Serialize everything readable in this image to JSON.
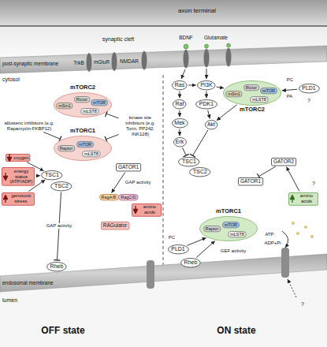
{
  "diagram": {
    "nodes": [
      {
        "text": [
          "mTORC2"
        ]
      },
      {
        "text": [
          "mSin1"
        ],
        "in": 0
      },
      {
        "text": [
          "Rictor"
        ],
        "in": 0
      },
      {
        "text": [
          "mTOR"
        ],
        "in": 0
      },
      {
        "text": [
          "mLST8"
        ],
        "in": 0
      },
      {
        "text": [
          "mTORC1"
        ]
      },
      {
        "text": [
          "Raptor"
        ],
        "in": 5
      },
      {
        "text": [
          "mTOR"
        ],
        "in": 5
      },
      {
        "text": [
          "mLST8"
        ],
        "in": 5
      },
      {
        "text": [
          "allosteric inhibitors (e.g. Rapamycin-FKBP12)"
        ]
      },
      {
        "text": [
          "kinase site inhibitors (e.g. Torin, PP242, INK128)"
        ]
      },
      {
        "text": [
          "GATOR1"
        ]
      },
      {
        "text": [
          "oxygen"
        ]
      },
      {
        "text": [
          "energy status (ATP/ADP)"
        ]
      },
      {
        "text": [
          "genotoxic stress."
        ]
      },
      {
        "text": [
          "TSC1"
        ]
      },
      {
        "text": [
          "TSC2"
        ]
      },
      {
        "text": [
          "RagA/B"
        ]
      },
      {
        "text": [
          "RagC/D"
        ]
      },
      {
        "text": [
          "RAGulator"
        ]
      },
      {
        "text": [
          "amino acids"
        ]
      },
      {
        "text": [
          "Rheb"
        ]
      },
      {
        "text": [
          "Ras"
        ]
      },
      {
        "text": [
          "PI3K"
        ]
      },
      {
        "text": [
          "Raf"
        ]
      },
      {
        "text": [
          "PDK1"
        ]
      },
      {
        "text": [
          "Mek"
        ]
      },
      {
        "text": [
          "Akt"
        ]
      },
      {
        "text": [
          "Erk"
        ]
      },
      {
        "text": [
          "TSC1"
        ]
      },
      {
        "text": [
          "TSC2"
        ]
      },
      {
        "text": [
          "mTORC2"
        ]
      },
      {
        "text": [
          "mSin1"
        ],
        "in": 31
      },
      {
        "text": [
          "Rictor"
        ],
        "in": 31
      },
      {
        "text": [
          "mTOR"
        ],
        "in": 31
      },
      {
        "text": [
          "mLST8"
        ],
        "in": 31
      },
      {
        "text": [
          "PLD1"
        ]
      },
      {
        "text": [
          "GATOR2"
        ]
      },
      {
        "text": [
          "GATOR1"
        ]
      },
      {
        "text": [
          "amino acids"
        ]
      },
      {
        "text": [
          "mTORC1"
        ]
      },
      {
        "text": [
          "Raptor"
        ],
        "in": 40
      },
      {
        "text": [
          "mTOR"
        ],
        "in": 40
      },
      {
        "text": [
          "mLST8"
        ],
        "in": 40
      },
      {
        "text": [
          "PLD1"
        ]
      },
      {
        "text": [
          "Rheb"
        ]
      }
    ],
    "edges": [
      {
        "from": 9,
        "to": 5,
        "arrow": "to"
      },
      {
        "from": 10,
        "to": 0,
        "arrow": "to"
      },
      {
        "from": 10,
        "to": 5,
        "arrow": "to"
      },
      {
        "from": 11,
        "to": 17,
        "arrow": "to",
        "label": "GAP activity"
      },
      {
        "from": 12,
        "to": 15,
        "arrow": "to"
      },
      {
        "from": 13,
        "to": 15,
        "arrow": "to"
      },
      {
        "from": 14,
        "to": 15,
        "arrow": "to"
      },
      {
        "from": 16,
        "to": 21,
        "arrow": "to",
        "label": "GAP activity"
      },
      {
        "from": 22,
        "to": 24,
        "arrow": "to"
      },
      {
        "from": 24,
        "to": 26,
        "arrow": "to"
      },
      {
        "from": 26,
        "to": 28,
        "arrow": "to"
      },
      {
        "from": 28,
        "to": 29,
        "arrow": "to"
      },
      {
        "from": 22,
        "to": 23,
        "arrow": "to"
      },
      {
        "from": 23,
        "to": 25,
        "arrow": "to"
      },
      {
        "from": 25,
        "to": 27,
        "arrow": "to"
      },
      {
        "from": 23,
        "to": 31,
        "arrow": "to"
      },
      {
        "from": 31,
        "to": 27,
        "arrow": "to"
      },
      {
        "from": 27,
        "to": 29,
        "arrow": "to"
      },
      {
        "from": 36,
        "to": 31,
        "arrow": "to",
        "label": "PA"
      },
      {
        "from": 37,
        "to": 38,
        "arrow": "to"
      },
      {
        "from": 39,
        "to": 37,
        "arrow": "to"
      },
      {
        "from": 45,
        "to": 40,
        "arrow": "to"
      },
      {
        "from": 44,
        "to": 40,
        "arrow": "to"
      }
    ],
    "labels": [
      "axon terminal",
      "synaptic cleft",
      "post-synaptic membrane",
      "cytosol",
      "TrkB",
      "mGluR",
      "NMDAR",
      "BDNF",
      "Glutamate",
      "PC",
      "?",
      "?",
      "PC",
      "GEF activity",
      "ATP",
      "ADP+Pi",
      "?",
      "endosomal membrane",
      "lumen",
      "OFF state",
      "ON state"
    ]
  }
}
